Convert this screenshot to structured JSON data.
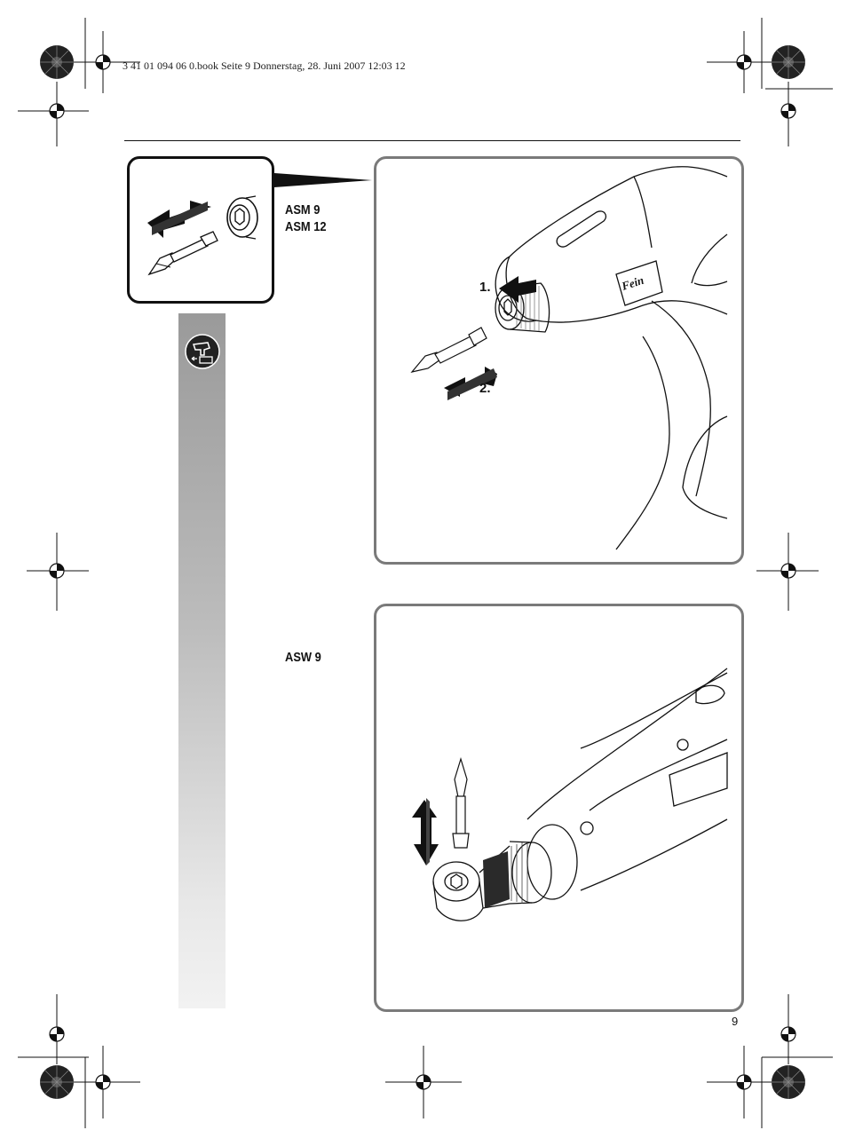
{
  "header": {
    "file_info": "3 41 01 094 06 0.book  Seite 9  Donnerstag, 28. Juni 2007  12:03 12"
  },
  "models": {
    "top_line1": "ASM 9",
    "top_line2": "ASM 12",
    "bottom": "ASW 9"
  },
  "steps": {
    "first": "1.",
    "second": "2."
  },
  "brand": {
    "logo_text": "Fein"
  },
  "page": {
    "number": "9"
  },
  "icons": {
    "tool_change": "tool-change-icon",
    "battery_tool": "battery-tool-icon",
    "registration_mark": "crosshair-mark-icon",
    "color_wheel": "registration-wheel-icon"
  },
  "colors": {
    "panel_border": "#7a7a7a",
    "icon_border": "#111111",
    "sidebar_top": "#9a9a9a",
    "sidebar_bottom": "#f2f2f2"
  }
}
